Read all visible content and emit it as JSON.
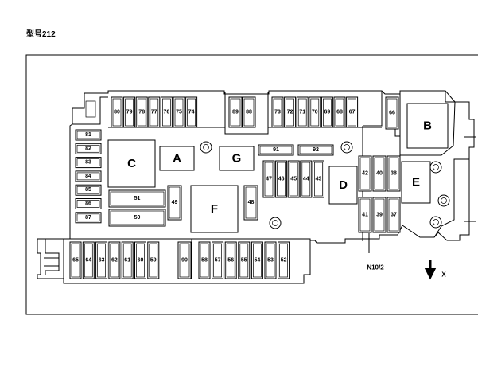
{
  "title": "型号212",
  "fuses": {
    "top_left": [
      "80",
      "79",
      "78",
      "77",
      "76",
      "75",
      "74"
    ],
    "top_mid": [
      "89",
      "88"
    ],
    "top_right": [
      "73",
      "72",
      "71",
      "70",
      "69",
      "68",
      "67"
    ],
    "top_far": "66",
    "left_column": [
      "81",
      "82",
      "83",
      "84",
      "85",
      "86",
      "87"
    ],
    "mid_row": [
      "47",
      "46",
      "45",
      "44",
      "43"
    ],
    "upper_row": [
      "91",
      "92"
    ],
    "right_upper": [
      "42",
      "40",
      "38"
    ],
    "right_lower": [
      "41",
      "39",
      "37"
    ],
    "horiz": [
      "51",
      "50"
    ],
    "side_left": "49",
    "side_right": "48",
    "bottom_left": [
      "65",
      "64",
      "63",
      "62",
      "61",
      "60",
      "59"
    ],
    "bottom_mid": "90",
    "bottom_right": [
      "58",
      "57",
      "56",
      "55",
      "54",
      "53",
      "52"
    ]
  },
  "relays": {
    "a": "A",
    "b": "B",
    "c": "C",
    "d": "D",
    "e": "E",
    "f": "F",
    "g": "G"
  },
  "connector_label": "N10/2",
  "direction_label": "X"
}
